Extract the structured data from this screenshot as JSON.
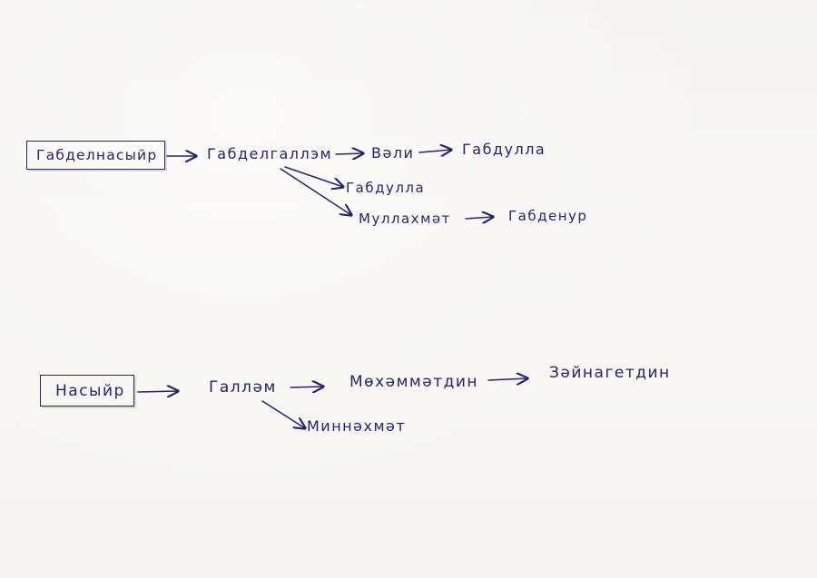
{
  "tree1": {
    "root": "Габделнасыйр",
    "n1": "Габделгаллэм",
    "n2": "Вәли",
    "n3": "Габдулла",
    "n4": "Габдулла",
    "n5": "Муллахмәт",
    "n6": "Габденур"
  },
  "tree2": {
    "root": "Насыйр",
    "n1": "Галләм",
    "n2": "Мөхәммәтдин",
    "n3": "Зәйнагетдин",
    "n4": "Миннәхмәт"
  },
  "colors": {
    "ink": "#24246a",
    "paper": "#f7f6f3"
  }
}
